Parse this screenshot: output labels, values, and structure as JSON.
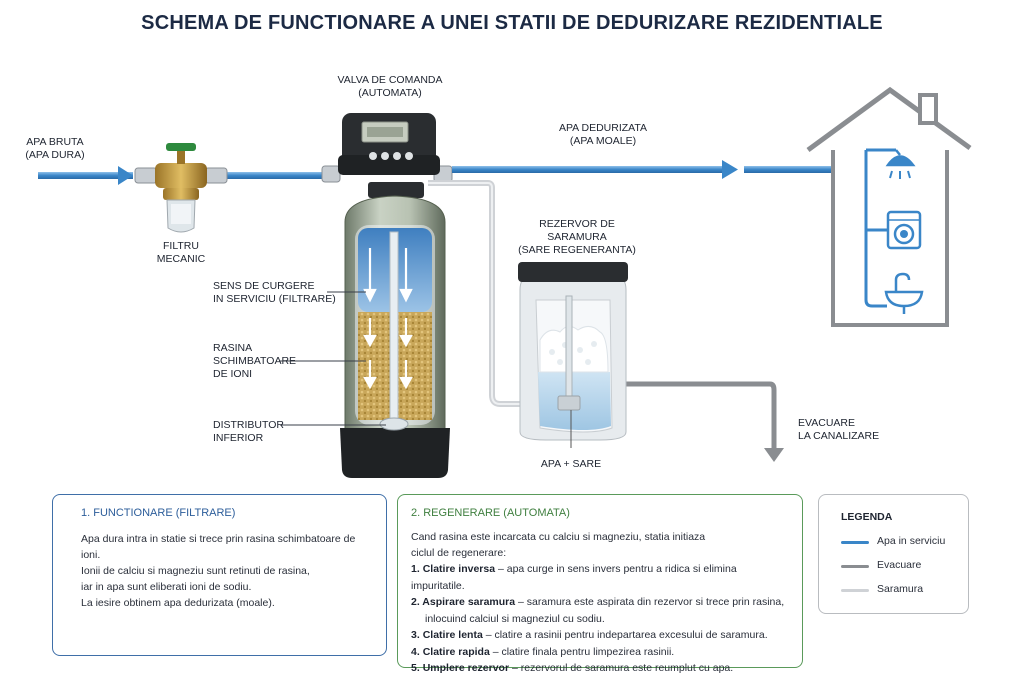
{
  "title": "SCHEMA DE FUNCTIONARE A UNEI STATII DE DEDURIZARE REZIDENTIALE",
  "labels": {
    "raw_water": [
      "APA BRUTA",
      "(APA DURA)"
    ],
    "filter": [
      "FILTRU",
      "MECANIC"
    ],
    "valve": [
      "VALVA DE COMANDA",
      "(AUTOMATA)"
    ],
    "softened": [
      "APA DEDURIZATA",
      "(APA MOALE)"
    ],
    "brine_tank": [
      "REZERVOR DE SARAMURA",
      "(SARE REGENERANTA)"
    ],
    "flow_dir": [
      "SENS DE CURGERE",
      "IN SERVICIU (FILTRARE)"
    ],
    "resin": [
      "RASINA",
      "SCHIMBATOARE",
      "DE IONI"
    ],
    "distributor": [
      "DISTRIBUTOR",
      "INFERIOR"
    ],
    "water_salt": "APA + SARE",
    "drain": [
      "EVACUARE",
      "LA CANALIZARE"
    ]
  },
  "boxes": {
    "functioning": {
      "title": "1. FUNCTIONARE (FILTRARE)",
      "lines": [
        "Apa dura intra in statie si trece prin rasina schimbatoare de ioni.",
        "Ionii de calciu si magneziu sunt retinuti de rasina,",
        "iar in apa sunt eliberati ioni de sodiu.",
        "La iesire obtinem apa dedurizata (moale)."
      ]
    },
    "regeneration": {
      "title": "2. REGENERARE (AUTOMATA)",
      "intro": [
        "Cand rasina este incarcata cu calciu si magneziu, statia initiaza",
        "ciclul de regenerare:"
      ],
      "steps": [
        {
          "num": "1.",
          "name": "Clatire inversa",
          "text": " – apa curge in sens invers pentru a ridica si elimina impuritatile."
        },
        {
          "num": "2.",
          "name": "Aspirare saramura",
          "text": " – saramura este aspirata din rezervor si trece prin rasina,",
          "cont": "inlocuind calciul si magneziul cu sodiu."
        },
        {
          "num": "3.",
          "name": "Clatire lenta",
          "text": " – clatire a rasinii pentru indepartarea excesului de saramura."
        },
        {
          "num": "4.",
          "name": "Clatire rapida",
          "text": " – clatire finala pentru limpezirea rasinii."
        },
        {
          "num": "5.",
          "name": "Umplere rezervor",
          "text": " – rezervorul de saramura este reumplut cu apa."
        }
      ]
    },
    "legend": {
      "title": "LEGENDA",
      "items": [
        {
          "label": "Apa in serviciu",
          "color": "#3a86c8"
        },
        {
          "label": "Evacuare",
          "color": "#8a8d91"
        },
        {
          "label": "Saramura",
          "color": "#cfd2d6"
        }
      ]
    }
  },
  "colors": {
    "service": "#3a86c8",
    "drain": "#8a8d91",
    "brine": "#cfd2d6",
    "box1_border": "#3f6fa8",
    "box2_border": "#5a9a5a",
    "box3_border": "#b9bcc0"
  }
}
